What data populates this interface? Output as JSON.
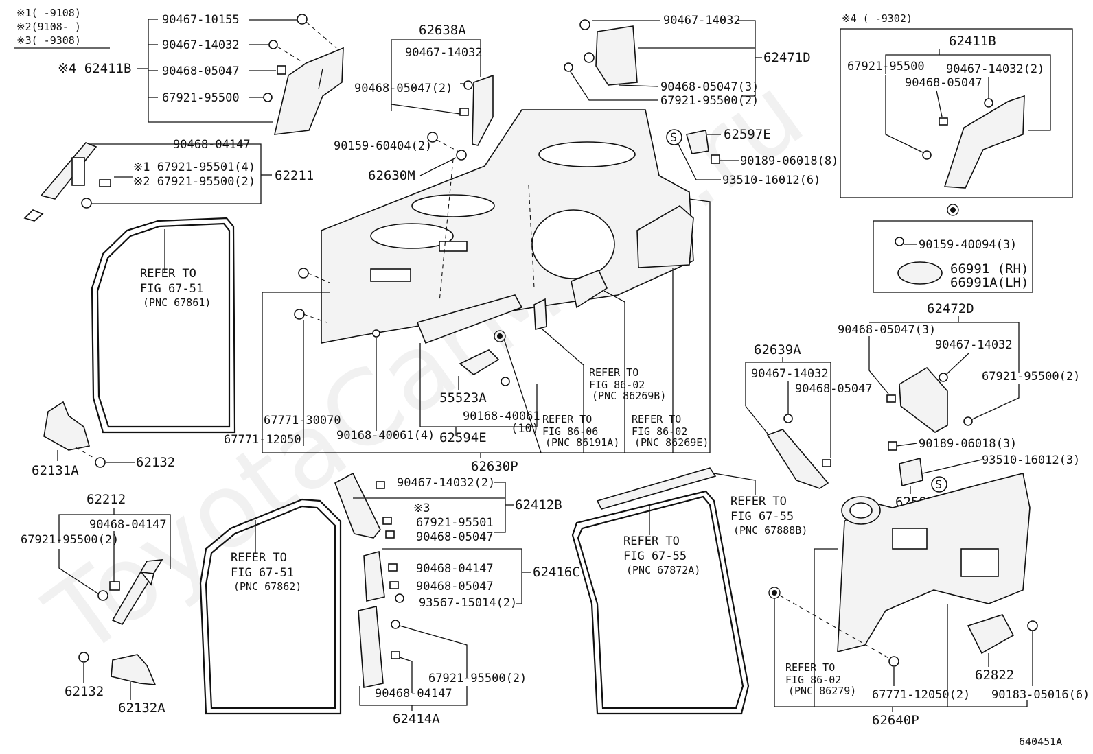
{
  "diagram_id": "640451A",
  "watermark": "ToyotaCarMine.ru",
  "legend": {
    "note1": "※1(    -9108)",
    "note2": "※2(9108-    )",
    "note3": "※3(    -9308)",
    "note4": "※4 (    -9302)"
  },
  "labels": {
    "p90467_10155": "90467-10155",
    "p90467_14032_a": "90467-14032",
    "p90468_05047_a": "90468-05047",
    "p67921_95500_a": "67921-95500",
    "p62411B_a": "※4 62411B",
    "p62638A": "62638A",
    "p90467_14032_b": "90467-14032",
    "p90468_05047_2_b": "90468-05047(2)",
    "p90159_60404_2": "90159-60404(2)",
    "p62630M": "62630M",
    "p90467_14032_c": "90467-14032",
    "p62471D": "62471D",
    "p90468_05047_3_c": "90468-05047(3)",
    "p67921_95500_2_c": "67921-95500(2)",
    "p62597E": "62597E",
    "p90189_06018_8": "90189-06018(8)",
    "p93510_16012_6": "93510-16012(6)",
    "p62411B_b": "62411B",
    "p67921_95500_d": "67921-95500",
    "p90467_14032_2_d": "90467-14032(2)",
    "p90468_05047_d": "90468-05047",
    "p90468_04147_a": "90468-04147",
    "p67921_95501_4": "※1 67921-95501(4)",
    "p67921_95500_2_e": "※2 67921-95500(2)",
    "p62211": "62211",
    "p90159_40094_3": "90159-40094(3)",
    "p66991_rh": "66991 (RH)",
    "p66991A_lh": "66991A(LH)",
    "p62472D": "62472D",
    "p90468_05047_3_f": "90468-05047(3)",
    "p90467_14032_f": "90467-14032",
    "p67921_95500_2_f": "67921-95500(2)",
    "p62639A": "62639A",
    "p90467_14032_g": "90467-14032",
    "p90468_05047_g": "90468-05047",
    "p90189_06018_3": "90189-06018(3)",
    "p93510_16012_3": "93510-16012(3)",
    "p62597F": "62597F",
    "p55523A": "55523A",
    "p90168_40061_10": "90168-40061",
    "p90168_40061_10b": "(10)",
    "p67771_30070": "67771-30070",
    "p67771_12050_a": "67771-12050",
    "p90168_40061_4": "90168-40061(4)",
    "p62594E": "62594E",
    "p62630P": "62630P",
    "p62131A": "62131A",
    "p62132_a": "62132",
    "p62212": "62212",
    "p90468_04147_h": "90468-04147",
    "p67921_95500_2_h": "67921-95500(2)",
    "p62132_b": "62132",
    "p62132A": "62132A",
    "p90467_14032_2_i": "90467-14032(2)",
    "p62412B": "62412B",
    "p_note3_i": "※3",
    "p67921_95501_i": "67921-95501",
    "p90468_05047_i": "90468-05047",
    "p90468_04147_j": "90468-04147",
    "p62416C": "62416C",
    "p90468_05047_j": "90468-05047",
    "p93567_15014_2": "93567-15014(2)",
    "p67921_95500_2_k": "67921-95500(2)",
    "p90468_04147_k": "90468-04147",
    "p62414A": "62414A",
    "p62822": "62822",
    "p67771_12050_2": "67771-12050(2)",
    "p90183_05016_6": "90183-05016(6)",
    "p62640P": "62640P"
  },
  "refs": {
    "r1": [
      "REFER TO",
      "FIG 67-51",
      "(PNC 67861)"
    ],
    "r2": [
      "REFER TO",
      "FIG 67-51",
      "(PNC 67862)"
    ],
    "r3": [
      "REFER TO",
      "FIG 67-55",
      "(PNC 67872A)"
    ],
    "r4": [
      "REFER TO",
      "FIG 67-55",
      "(PNC 67888B)"
    ],
    "r5": [
      "REFER TO",
      "FIG 86-02",
      "(PNC 86269B)"
    ],
    "r6": [
      "REFER TO",
      "FIG 86-06",
      "(PNC 86191A)"
    ],
    "r7": [
      "REFER TO",
      "FIG 86-02",
      "(PNC 86269E)"
    ],
    "r8": [
      "REFER TO",
      "FIG 86-02",
      "(PNC 86279)"
    ]
  }
}
